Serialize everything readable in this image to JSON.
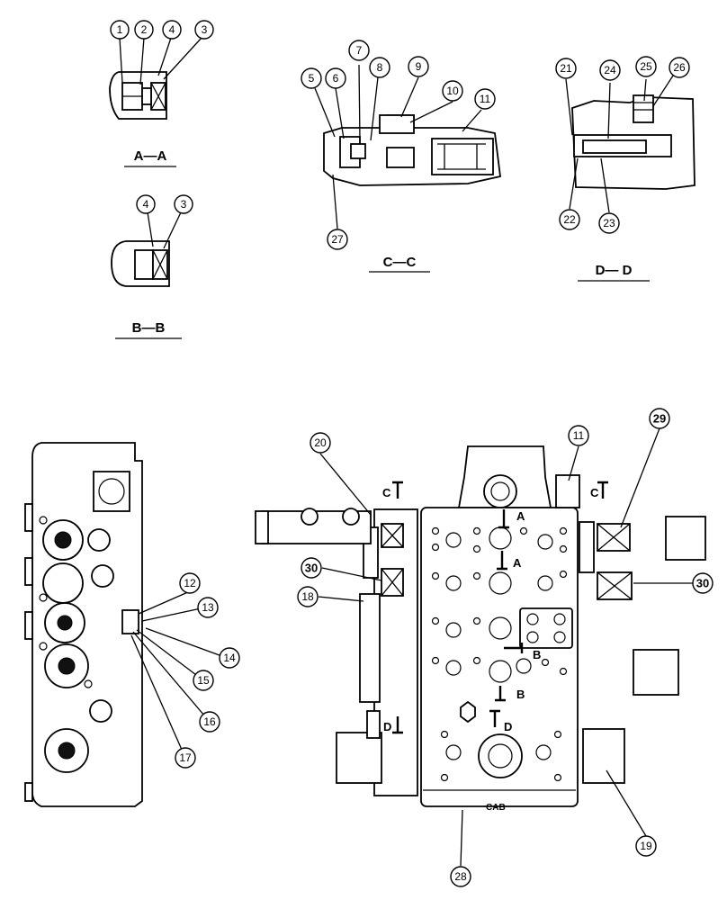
{
  "section_labels": {
    "aa": "A—A",
    "bb": "B—B",
    "cc": "C—C",
    "dd": "D— D"
  },
  "callouts": {
    "c1": "1",
    "c2": "2",
    "c3": "3",
    "c4": "4",
    "c5": "5",
    "c6": "6",
    "c7": "7",
    "c8": "8",
    "c9": "9",
    "c10": "10",
    "c11": "11",
    "c12": "12",
    "c13": "13",
    "c14": "14",
    "c15": "15",
    "c16": "16",
    "c17": "17",
    "c18": "18",
    "c19": "19",
    "c20": "20",
    "c21": "21",
    "c22": "22",
    "c23": "23",
    "c24": "24",
    "c25": "25",
    "c26": "26",
    "c27": "27",
    "c28": "28",
    "c29": "29",
    "c30": "30",
    "bb3": "3",
    "bb4": "4",
    "main11": "11",
    "main30b": "30"
  },
  "section_markers": {
    "c_left": "C",
    "c_right": "C",
    "a_top": "A",
    "a_bottom": "A",
    "b_top": "B",
    "b_bottom": "B",
    "d_left": "D",
    "d_right": "D"
  },
  "body_stamp": "CAB"
}
